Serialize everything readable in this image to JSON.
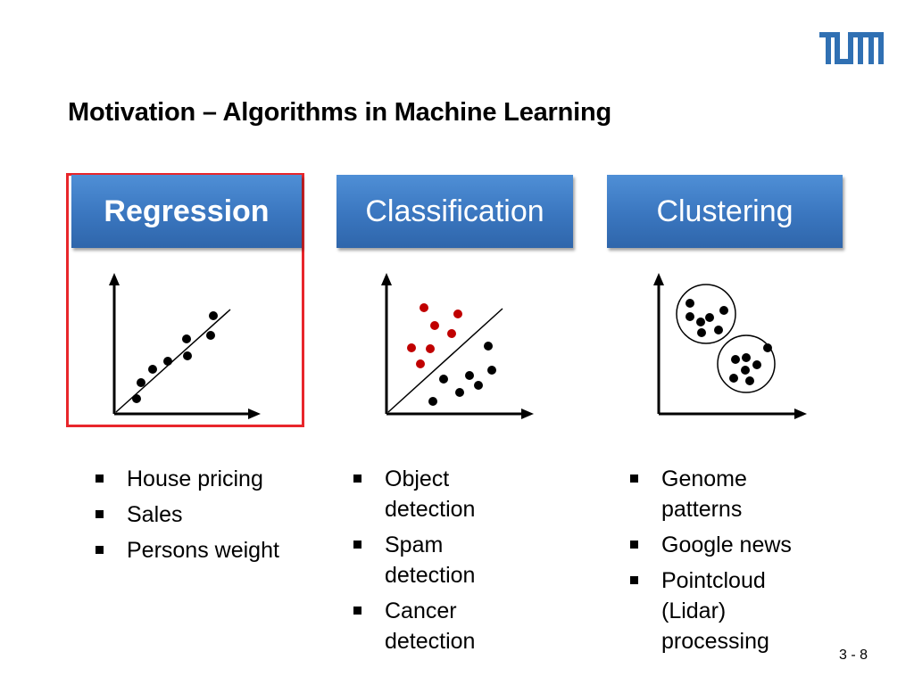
{
  "logo": {
    "text": "TUM"
  },
  "title": "Motivation – Algorithms in Machine Learning",
  "categories": [
    {
      "label": "Regression",
      "highlighted": true,
      "bullets": [
        "House pricing",
        "Sales",
        "Persons weight"
      ]
    },
    {
      "label": "Classification",
      "highlighted": false,
      "bullets": [
        "Object detection",
        "Spam detection",
        "Cancer detection"
      ]
    },
    {
      "label": "Clustering",
      "highlighted": false,
      "bullets": [
        "Genome patterns",
        "Google news",
        "Pointcloud (Lidar) processing"
      ]
    }
  ],
  "page_number": "3 - 8",
  "colors": {
    "accent_blue": "#3a76bf",
    "highlight_red": "#e8262b",
    "class_red": "#c00000",
    "logo_blue": "#3070b3"
  }
}
